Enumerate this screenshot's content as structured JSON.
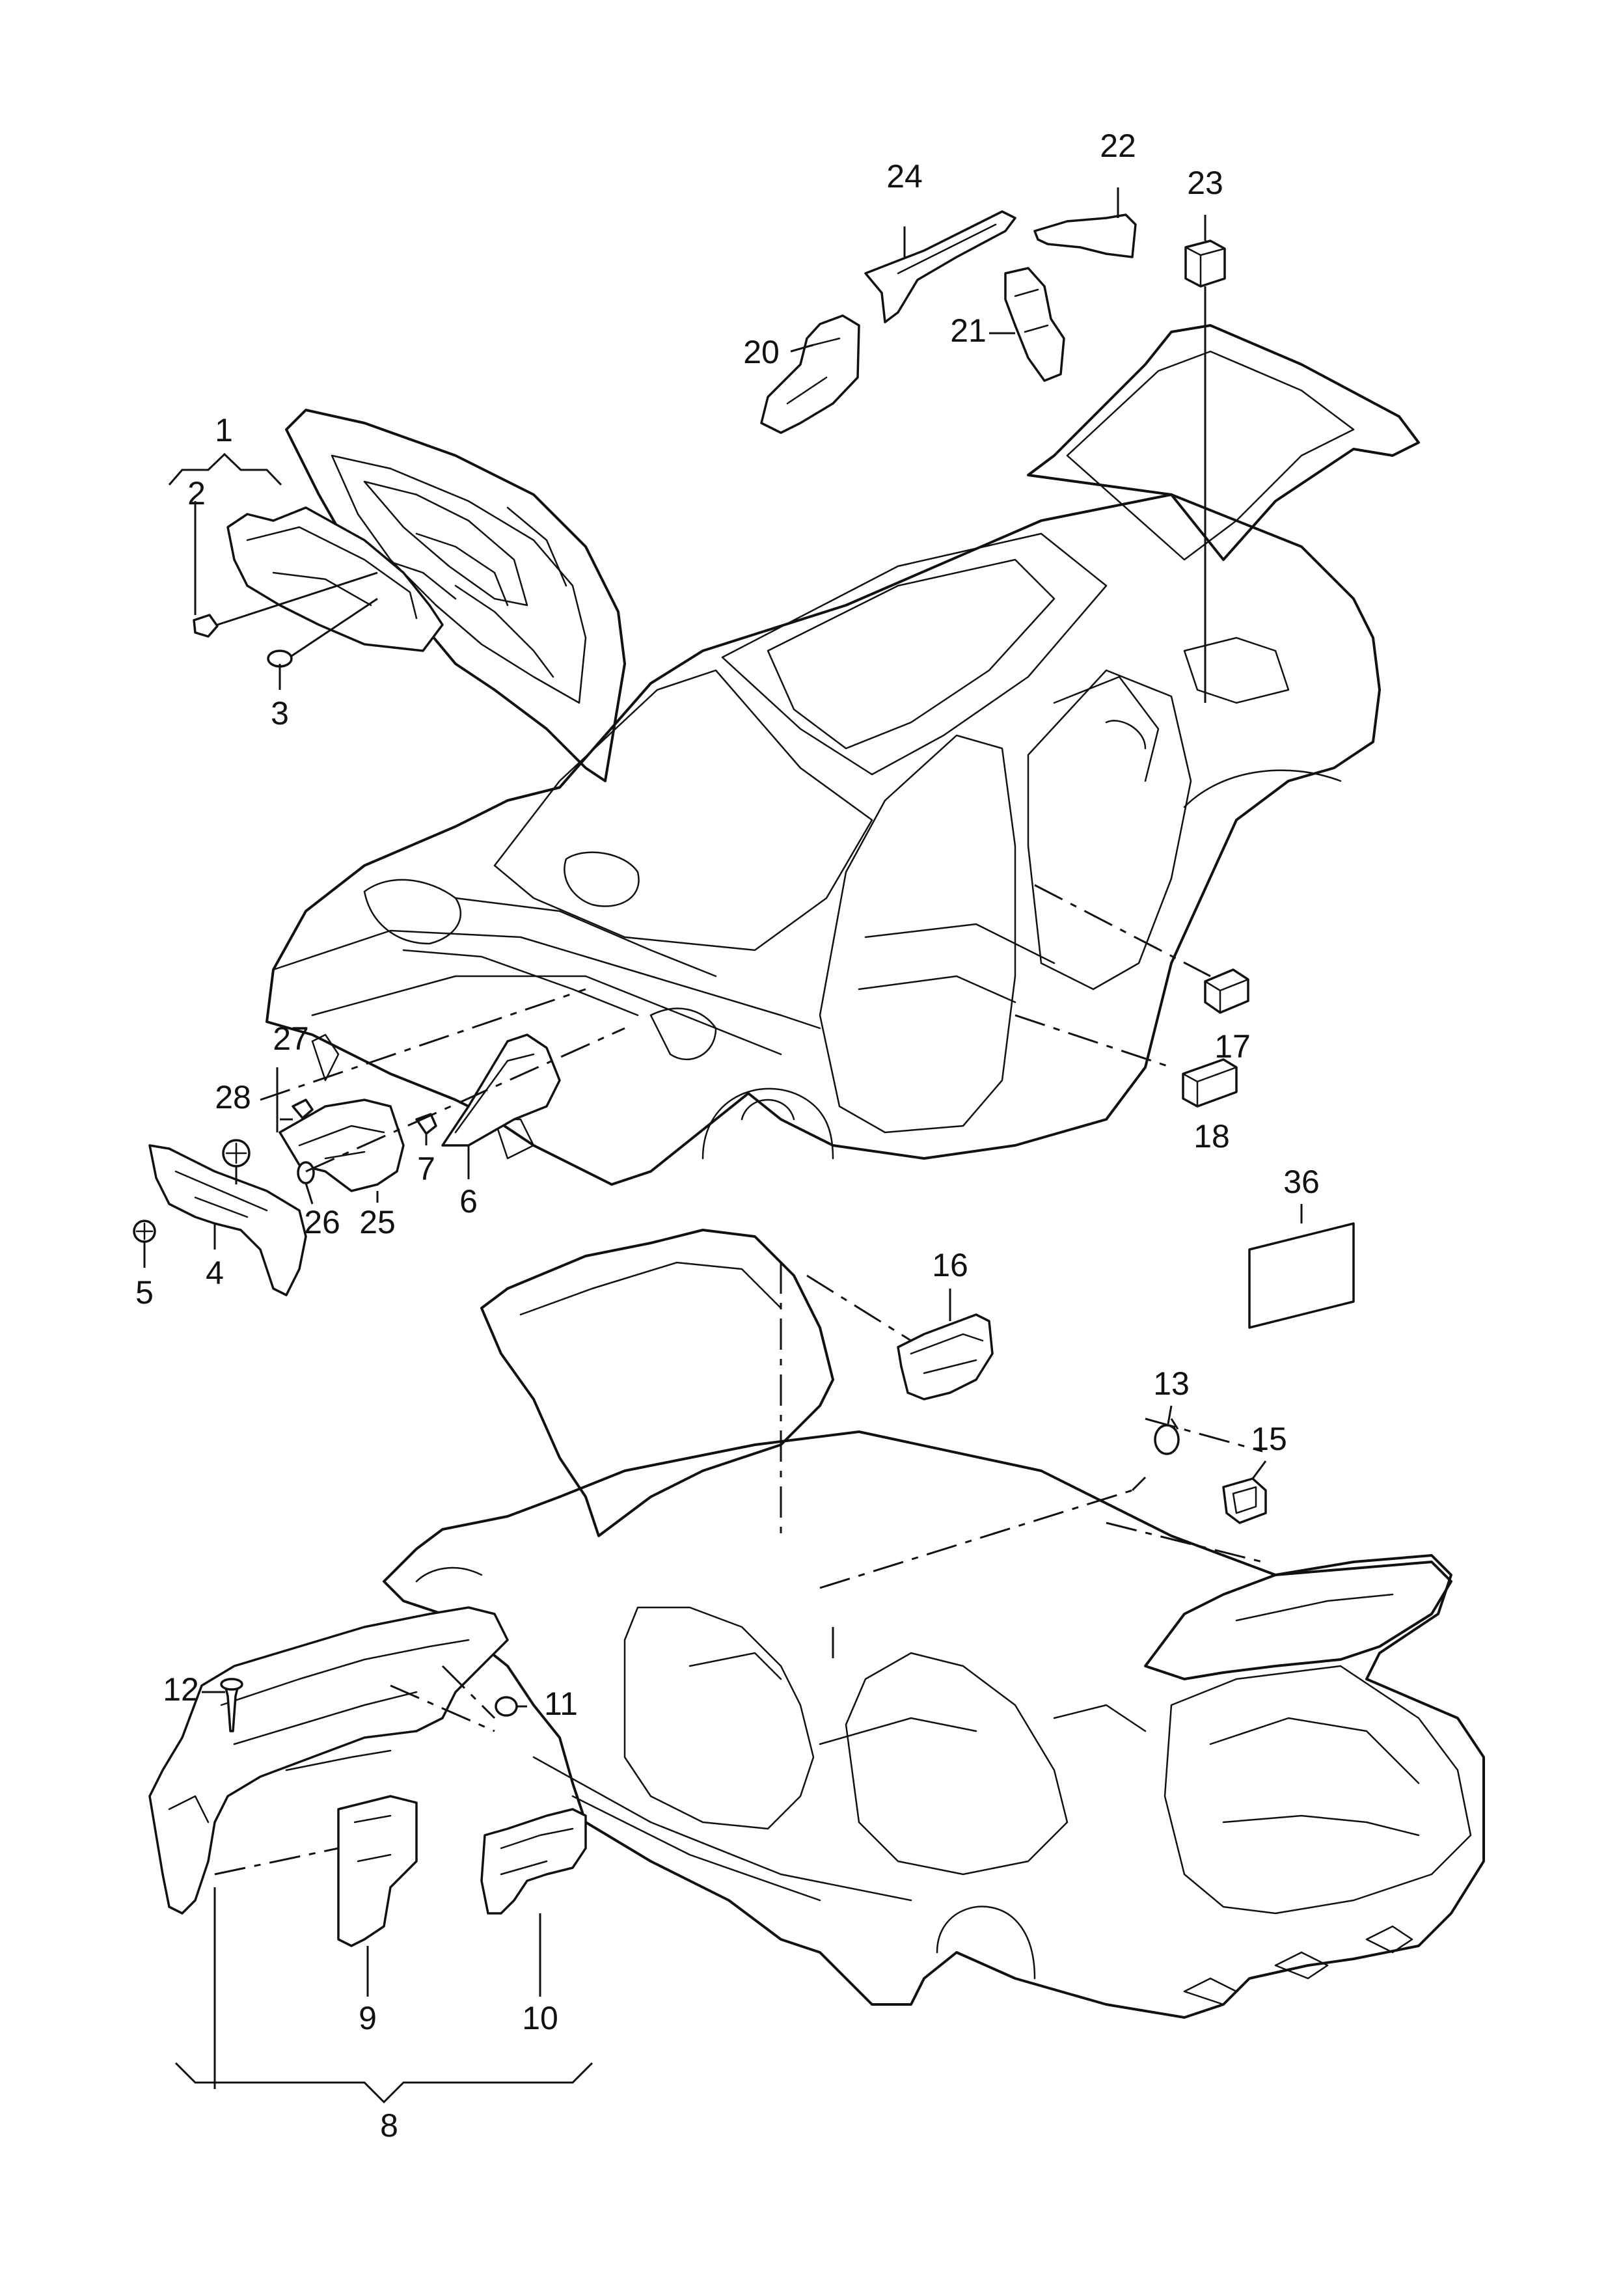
{
  "diagram": {
    "callouts": [
      {
        "id": "1",
        "label": "1"
      },
      {
        "id": "2",
        "label": "2"
      },
      {
        "id": "3",
        "label": "3"
      },
      {
        "id": "4",
        "label": "4"
      },
      {
        "id": "5",
        "label": "5"
      },
      {
        "id": "6",
        "label": "6"
      },
      {
        "id": "7",
        "label": "7"
      },
      {
        "id": "8",
        "label": "8"
      },
      {
        "id": "9",
        "label": "9"
      },
      {
        "id": "10",
        "label": "10"
      },
      {
        "id": "11",
        "label": "11"
      },
      {
        "id": "12",
        "label": "12"
      },
      {
        "id": "13",
        "label": "13"
      },
      {
        "id": "15",
        "label": "15"
      },
      {
        "id": "16",
        "label": "16"
      },
      {
        "id": "17",
        "label": "17"
      },
      {
        "id": "18",
        "label": "18"
      },
      {
        "id": "20",
        "label": "20"
      },
      {
        "id": "21",
        "label": "21"
      },
      {
        "id": "22",
        "label": "22"
      },
      {
        "id": "23",
        "label": "23"
      },
      {
        "id": "24",
        "label": "24"
      },
      {
        "id": "25",
        "label": "25"
      },
      {
        "id": "26",
        "label": "26"
      },
      {
        "id": "27",
        "label": "27"
      },
      {
        "id": "28",
        "label": "28"
      },
      {
        "id": "36",
        "label": "36"
      }
    ]
  }
}
